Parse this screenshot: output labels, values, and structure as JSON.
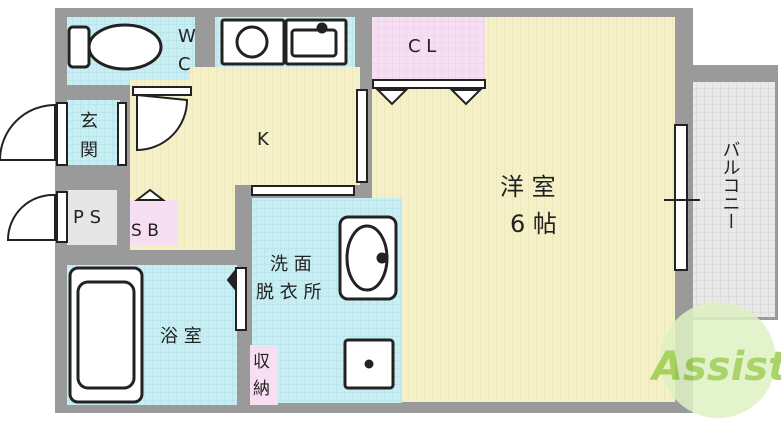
{
  "floorplan": {
    "rooms": {
      "wc": {
        "line1": "W",
        "line2": "C"
      },
      "genkan": {
        "line1": "玄",
        "line2": "関"
      },
      "kitchen": {
        "label": "K"
      },
      "closet": {
        "label": "C L"
      },
      "western_room": {
        "line1": "洋 室",
        "line2": "6 帖"
      },
      "balcony": {
        "label": "バルコニー"
      },
      "ps": {
        "label": "P S"
      },
      "sb": {
        "label": "S B"
      },
      "washroom": {
        "line1": "洗 面",
        "line2": "脱 衣 所"
      },
      "bathroom": {
        "label": "浴 室"
      },
      "storage": {
        "line1": "収",
        "line2": "納"
      }
    },
    "logo": {
      "text": "Assist"
    },
    "colors": {
      "wall": "#9a9a9a",
      "wet_area": "#c8eef3",
      "tatami_floor": "#f5f0c8",
      "closet": "#f7dff3",
      "balcony_grid": "#d6d6d6",
      "fixture": "#222222",
      "logo": "#b9e07a"
    }
  }
}
